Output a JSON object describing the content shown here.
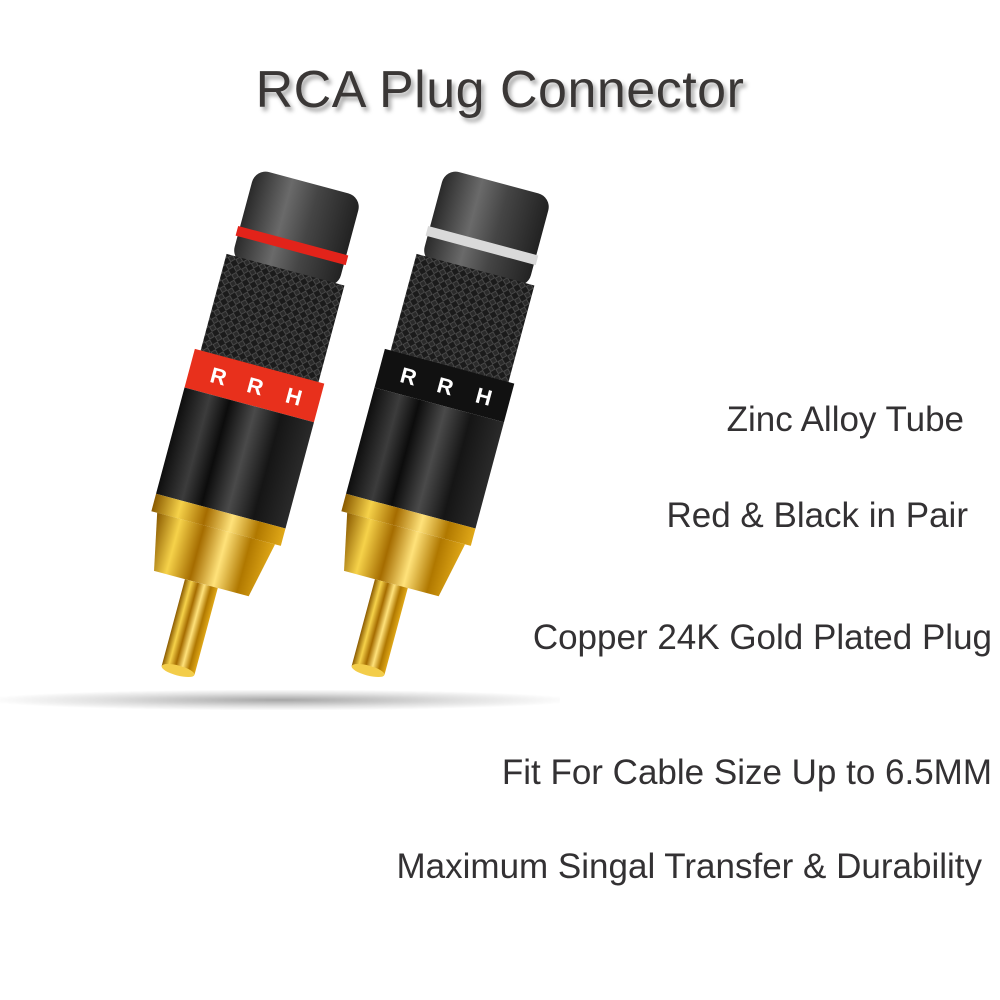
{
  "title": "RCA Plug Connector",
  "features": [
    "Zinc Alloy Tube",
    "Red & Black in Pair",
    "Copper 24K Gold Plated Plug",
    "Fit For Cable Size Up to 6.5MM",
    "Maximum Singal Transfer & Durability"
  ],
  "plugs": [
    {
      "name": "red-plug",
      "ring_color": "#e2231a",
      "band_color": "#e8301c",
      "band_text": [
        "R",
        "R",
        "H"
      ]
    },
    {
      "name": "black-plug",
      "ring_color": "#d9d9d9",
      "band_color": "#111111",
      "band_text": [
        "R",
        "R",
        "H"
      ]
    }
  ],
  "colors": {
    "text": "#333133",
    "gold": "#e2a80e",
    "body_black": "#1a1a1a",
    "red": "#e2231a"
  }
}
